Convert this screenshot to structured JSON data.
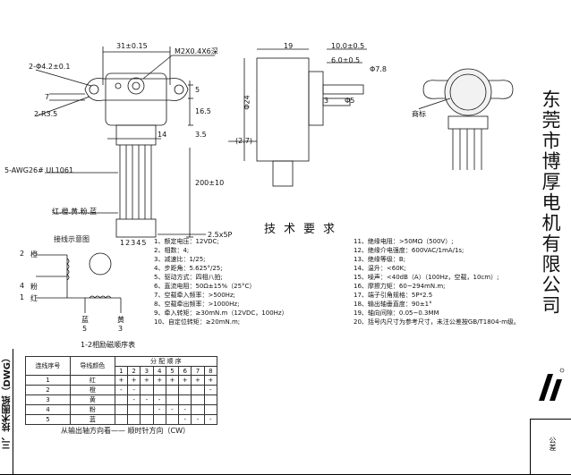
{
  "front_view": {
    "width_dim": "31±0.15",
    "hole_note": "M2X0.4X6深",
    "mount_hole": "2-Φ4.2±0.1",
    "radius": "2-R3.5",
    "dim_7": "7",
    "dim_5": "5",
    "dim_165": "16.5",
    "dim_35": "3.5",
    "dim_14": "14",
    "wire_spec": "5-AWG26# UL1061",
    "cable_len": "200±10",
    "colors_label": "红.橙.黄.粉.蓝",
    "pins": "12345",
    "pitch": "2.5x5P"
  },
  "side_view": {
    "dim_19": "19",
    "dim_10": "10.0±0.5",
    "dim_6": "6.0±0.5",
    "dim_phi78": "Φ7.8",
    "dim_phi24": "Φ24",
    "dim_3": "3",
    "dim_phi5": "Φ5",
    "dim_27": "(2.7)"
  },
  "label_view": {
    "mark": "商标"
  },
  "company": "东莞市博厚电机有限公司",
  "section_title": "三、技术图纸（DWG）",
  "wiring": {
    "title": "接线示意图",
    "p2": "2",
    "c2": "橙",
    "p4": "4",
    "c4": "粉",
    "p1": "1",
    "c1": "红",
    "blue": "蓝",
    "p5": "5",
    "yellow": "黄",
    "p3": "3",
    "seq_title": "1-2相励磁顺序表"
  },
  "seq_table": {
    "h_no": "连线序号",
    "h_color": "导线颜色",
    "h_dist": "分 配 顺 序",
    "steps": [
      "1",
      "2",
      "3",
      "4",
      "5",
      "6",
      "7",
      "8"
    ],
    "rows": [
      {
        "no": "1",
        "color": "红",
        "cells": [
          "+",
          "+",
          "+",
          "+",
          "+",
          "+",
          "+",
          "+"
        ]
      },
      {
        "no": "2",
        "color": "橙",
        "cells": [
          "-",
          "-",
          "",
          "",
          "",
          "",
          "",
          "-"
        ]
      },
      {
        "no": "3",
        "color": "黄",
        "cells": [
          "",
          "-",
          "-",
          "-",
          "",
          "",
          "",
          ""
        ]
      },
      {
        "no": "4",
        "color": "粉",
        "cells": [
          "",
          "",
          "",
          "-",
          "-",
          "-",
          "",
          ""
        ]
      },
      {
        "no": "5",
        "color": "蓝",
        "cells": [
          "",
          "",
          "",
          "",
          "",
          "-",
          "-",
          "-"
        ]
      }
    ],
    "footer": "从输出轴方向看—— 顺时针方向（CW）"
  },
  "requirements": {
    "title": "技术要求",
    "left": [
      "1、额定电压：12VDC;",
      "2、相数：4;",
      "3、减速比：1/25;",
      "4、步距角：5.625°/25;",
      "5、驱动方式：四相八拍;",
      "6、直流电阻：50Ω±15%（25°C）",
      "7、空载牵入频率：>500Hz;",
      "8、空载牵出频率：>1000Hz;",
      "9、牵入转矩：≥30mN.m（12VDC，100Hz）",
      "10、自定位转矩：≥20mN.m;"
    ],
    "right": [
      "11、绝缘电阻：>50MΩ（500V）;",
      "12、绝缘介电强度：600VAC/1mA/1s;",
      "13、绝缘等级：B;",
      "14、温升：<60K;",
      "15、噪声：<40dB（A）（100Hz，空载，10cm）;",
      "16、摩擦力矩：60~294mN.m;",
      "17、端子引角规格：5P*2.5",
      "18、输出轴垂直度：90±1°",
      "19、轴向间隙：0.05~0.3MM",
      "20、括号内尺寸为参考尺寸，未注公差按GB/T1804-m级。"
    ]
  },
  "footer_box": {
    "tolerance": "公差"
  }
}
